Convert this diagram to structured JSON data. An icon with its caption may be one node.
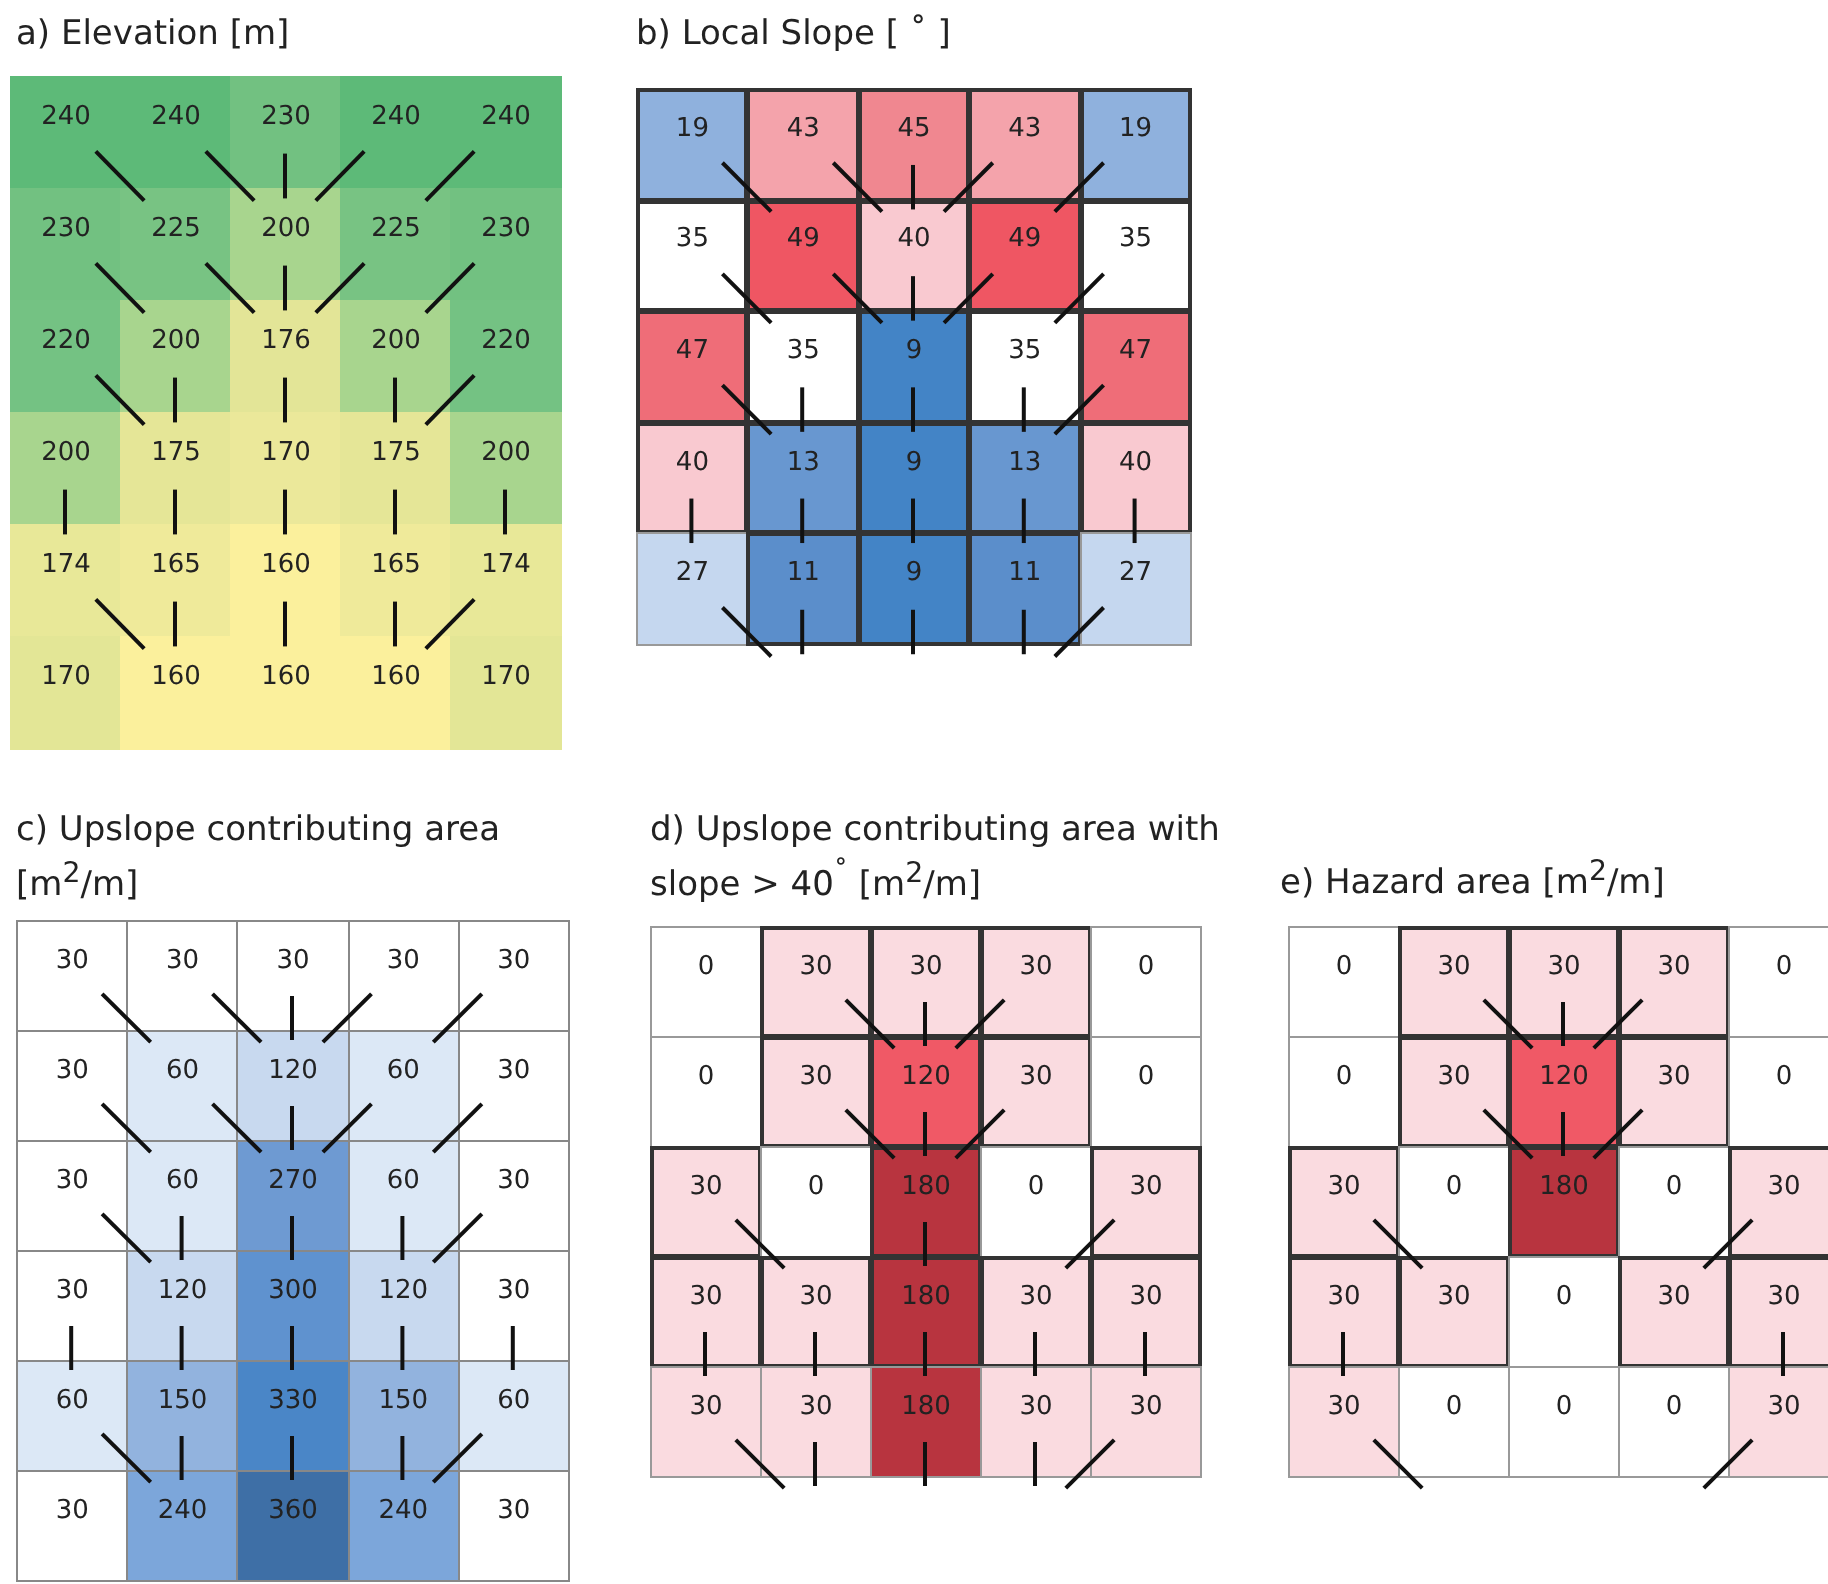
{
  "diagram": {
    "labels": [
      "a)  Elevation [m]",
      "240",
      "240",
      "230",
      "240",
      "240",
      "230",
      "225",
      "200",
      "225",
      "230",
      "220",
      "200",
      "176",
      "200",
      "220",
      "200",
      "175",
      "170",
      "175",
      "200",
      "174",
      "165",
      "160",
      "165",
      "174",
      "170",
      "160",
      "160",
      "160",
      "170",
      "b)  Local Slope [ ˚ ]",
      "19",
      "43",
      "45",
      "43",
      "19",
      "35",
      "49",
      "40",
      "49",
      "35",
      "47",
      "35",
      "9",
      "35",
      "47",
      "40",
      "13",
      "9",
      "13",
      "40",
      "27",
      "11",
      "9",
      "11",
      "27",
      "c)  Upslope contributing area [m$^{2}$/m]",
      "30",
      "30",
      "30",
      "30",
      "30",
      "30",
      "60",
      "120",
      "60",
      "30",
      "30",
      "60",
      "270",
      "60",
      "30",
      "30",
      "120",
      "300",
      "120",
      "30",
      "60",
      "150",
      "330",
      "150",
      "60",
      "30",
      "240",
      "360",
      "240",
      "30",
      "d)  Upslope contributing area with slope > 40$^{˚}$ [m$^{2}$/m]",
      "0",
      "30",
      "30",
      "30",
      "0",
      "0",
      "30",
      "120",
      "30",
      "0",
      "30",
      "0",
      "180",
      "0",
      "30",
      "30",
      "30",
      "180",
      "30",
      "30",
      "30",
      "30",
      "180",
      "30",
      "30",
      "e)  Hazard area [m$^{2}$/m]",
      "0",
      "30",
      "30",
      "30",
      "0",
      "0",
      "30",
      "120",
      "30",
      "0",
      "30",
      "0",
      "180",
      "0",
      "30",
      "30",
      "30",
      "0",
      "30",
      "30",
      "30",
      "0",
      "0",
      "0",
      "30"
    ]
  }
}
